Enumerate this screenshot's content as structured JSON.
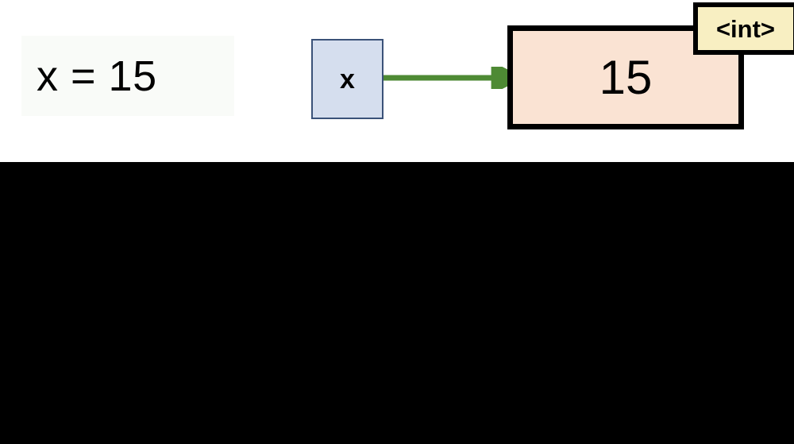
{
  "diagram": {
    "type": "variable-reference-diagram",
    "code_panel": {
      "statement": "x = 15",
      "background_color": "#f9fbf8"
    },
    "variable_box": {
      "name": "x",
      "fill_color": "#d5deee",
      "border_color": "#3b5279"
    },
    "arrow": {
      "name": "reference-arrow",
      "color": "#4e8a34",
      "direction": "left-to-right"
    },
    "value_box": {
      "value": "15",
      "fill_color": "#fae3d3",
      "border_color": "#000000"
    },
    "type_tag": {
      "label": "<int>",
      "fill_color": "#f8efc2",
      "border_color": "#000000"
    },
    "stage": {
      "background_color": "#ffffff"
    },
    "void_area": {
      "background_color": "#000000"
    }
  }
}
